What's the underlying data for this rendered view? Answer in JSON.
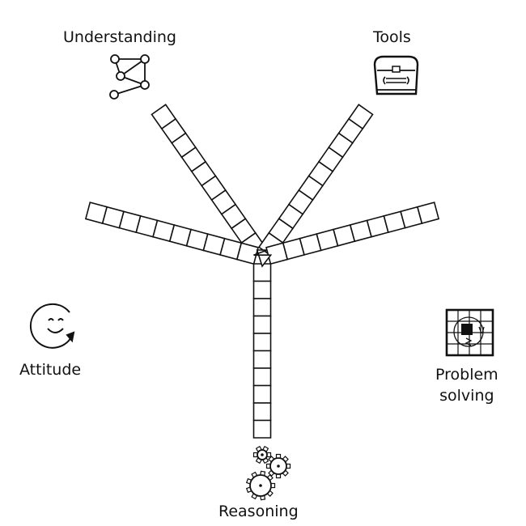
{
  "labels": {
    "understanding": "Understanding",
    "tools": "Tools",
    "attitude": "Attitude",
    "problem_solving_line1": "Problem",
    "problem_solving_line2": "solving",
    "reasoning": "Reasoning"
  },
  "arms": [
    {
      "name": "understanding",
      "cells": 10
    },
    {
      "name": "tools",
      "cells": 10
    },
    {
      "name": "attitude",
      "cells": 10
    },
    {
      "name": "problem-solving",
      "cells": 10
    },
    {
      "name": "reasoning",
      "cells": 10
    }
  ],
  "icons": {
    "understanding": "graph-nodes-icon",
    "tools": "toolbox-icon",
    "attitude": "smiley-refresh-icon",
    "problem_solving": "puzzle-grid-icon",
    "reasoning": "gears-icon"
  },
  "colors": {
    "stroke": "#111111",
    "background": "#ffffff"
  }
}
